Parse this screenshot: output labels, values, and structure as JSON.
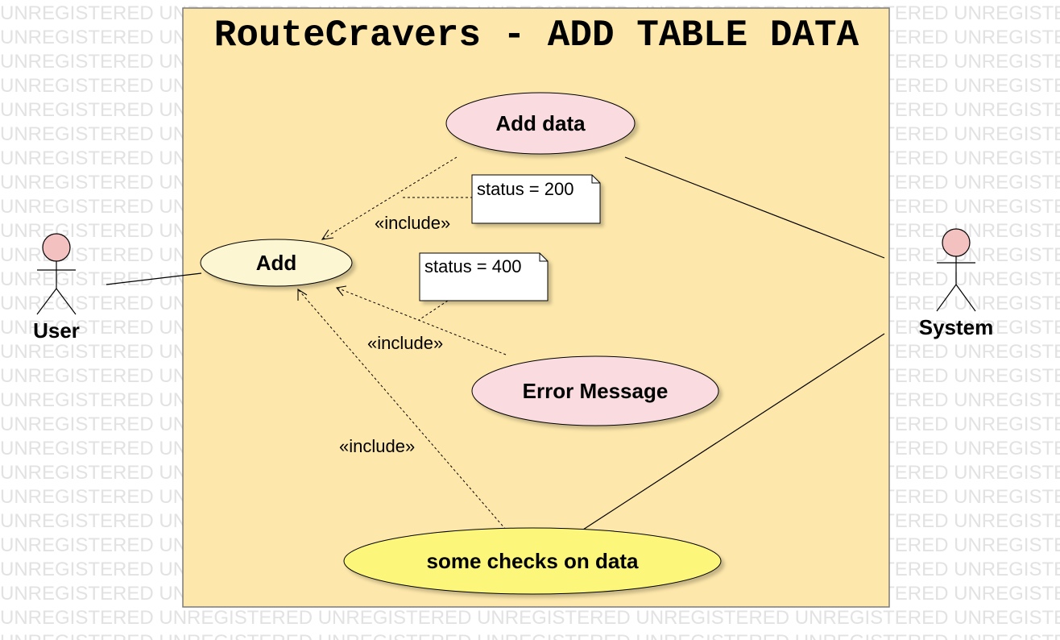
{
  "watermark_text": "UNREGISTERED",
  "title": "RouteCravers - ADD TABLE DATA",
  "actors": {
    "user": "User",
    "system": "System"
  },
  "use_cases": {
    "add_data": "Add data",
    "add": "Add",
    "error_message": "Error Message",
    "checks": "some checks on data"
  },
  "relations": {
    "include_1": "«include»",
    "include_2": "«include»",
    "include_3": "«include»"
  },
  "notes": {
    "status_200": "status = 200",
    "status_400": "status = 400"
  },
  "colors": {
    "boundary_fill": "#fde7aa",
    "pink_usecase": "#fadce0",
    "light_usecase": "#fdf6d2",
    "yellow_usecase": "#fcf77a",
    "actor_head": "#f4c1c1",
    "watermark": "#e2e2e2"
  }
}
